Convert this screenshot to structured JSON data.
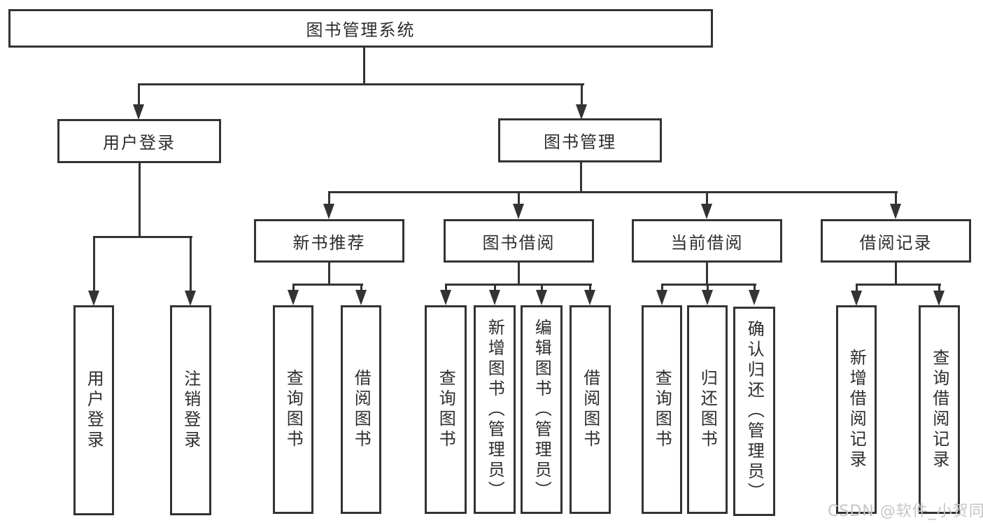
{
  "colors": {
    "line": "#333333",
    "text": "#2d2d2d",
    "background": "#ffffff",
    "watermark_color": "#c6c6c6"
  },
  "tree": {
    "root": {
      "label": "图书管理系统"
    },
    "branches": [
      {
        "label": "用户登录",
        "children": [
          {
            "label": "用户登录"
          },
          {
            "label": "注销登录"
          }
        ]
      },
      {
        "label": "图书管理",
        "children": [
          {
            "label": "新书推荐",
            "children": [
              {
                "label": "查询图书"
              },
              {
                "label": "借阅图书"
              }
            ]
          },
          {
            "label": "图书借阅",
            "children": [
              {
                "label": "查询图书"
              },
              {
                "label": "新增图书（管理员）"
              },
              {
                "label": "编辑图书（管理员）"
              },
              {
                "label": "借阅图书"
              }
            ]
          },
          {
            "label": "当前借阅",
            "children": [
              {
                "label": "查询图书"
              },
              {
                "label": "归还图书"
              },
              {
                "label": "确认归还（管理员）"
              }
            ]
          },
          {
            "label": "借阅记录",
            "children": [
              {
                "label": "新增借阅记录"
              },
              {
                "label": "查询借阅记录"
              }
            ]
          }
        ]
      }
    ]
  },
  "watermark": "CSDN @软件_小贺同学"
}
